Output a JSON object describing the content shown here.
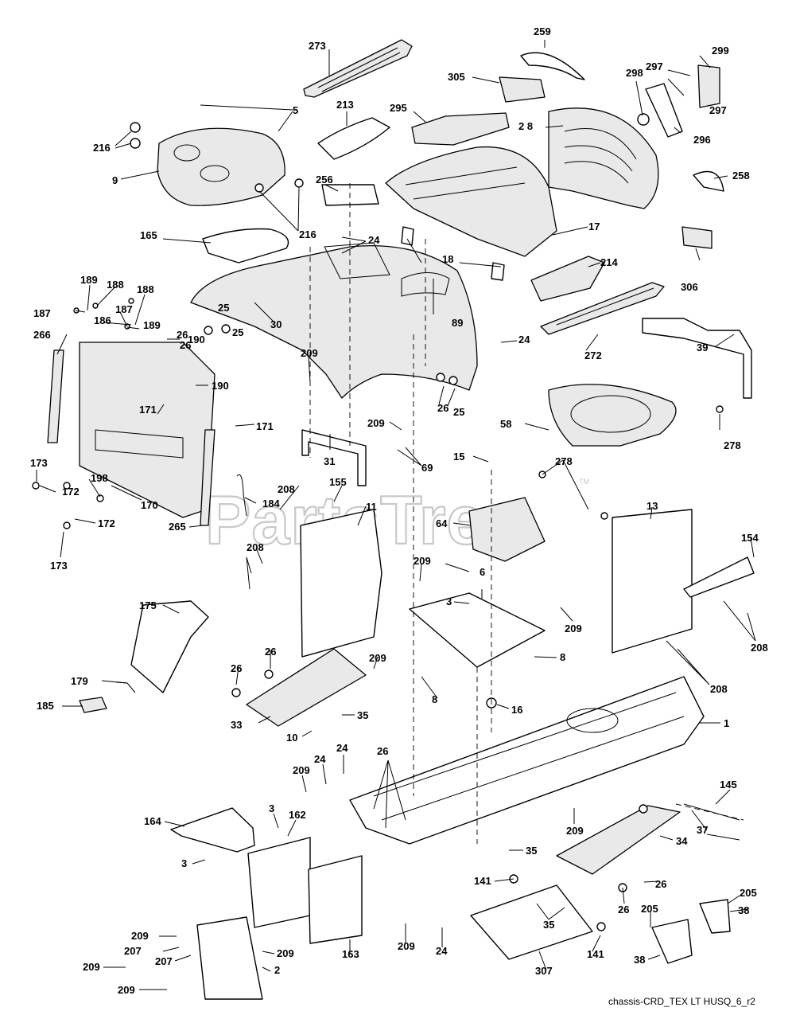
{
  "watermark": {
    "text": "PartsTree",
    "trademark": "TM"
  },
  "document_id": "chassis-CRD_TEX LT HUSQ_6_r2",
  "callouts": {
    "c273": "273",
    "c259": "259",
    "c305": "305",
    "c299": "299",
    "c297a": "297",
    "c297b": "297",
    "c298": "298",
    "c5": "5",
    "c213": "213",
    "c295": "295",
    "c28": "2 8",
    "c296": "296",
    "c216a": "216",
    "c216b": "216",
    "c9": "9",
    "c256": "256",
    "c258": "258",
    "c17": "17",
    "c165": "165",
    "c24a": "24",
    "c18": "18",
    "c214": "214",
    "c306": "306",
    "c189a": "189",
    "c188a": "188",
    "c188b": "188",
    "c187a": "187",
    "c187b": "187",
    "c186": "186",
    "c25a": "25",
    "c26a": "26",
    "c26b": "26",
    "c25b": "25",
    "c30": "30",
    "c89": "89",
    "c189b": "189",
    "c266": "266",
    "c190a": "190",
    "c190b": "190",
    "c272": "272",
    "c39": "39",
    "c24b": "24",
    "c209a": "209",
    "c26c": "26",
    "c25c": "25",
    "c278a": "278",
    "c171a": "171",
    "c171b": "171",
    "c209b": "209",
    "c58": "58",
    "c69": "69",
    "c31": "31",
    "c15": "15",
    "c278b": "278",
    "c173a": "173",
    "c172a": "172",
    "c198": "198",
    "c208a": "208",
    "c155": "155",
    "c11": "11",
    "c184": "184",
    "c170": "170",
    "c265": "265",
    "c172b": "172",
    "c64": "64",
    "c13": "13",
    "c154": "154",
    "c173b": "173",
    "c208b": "208",
    "c209c": "209",
    "c6": "6",
    "c175": "175",
    "c3a": "3",
    "c209d": "209",
    "c208c": "208",
    "c26d": "26",
    "c209e": "209",
    "c8a": "8",
    "c26e": "26",
    "c208d": "208",
    "c179": "179",
    "c8b": "8",
    "c185": "185",
    "c16": "16",
    "c35a": "35",
    "c33": "33",
    "c1": "1",
    "c10": "10",
    "c24c": "24",
    "c26f": "26",
    "c209f": "209",
    "c24d": "24",
    "c145": "145",
    "c164": "164",
    "c3b": "3",
    "c162": "162",
    "c209g": "209",
    "c34": "34",
    "c37": "37",
    "c3c": "3",
    "c35b": "35",
    "c26g": "26",
    "c141a": "141",
    "c205a": "205",
    "c35c": "35",
    "c26h": "26",
    "c38a": "38",
    "c209h": "209",
    "c205b": "205",
    "c207a": "207",
    "c209i": "209",
    "c207b": "207",
    "c209j": "209",
    "c24e": "24",
    "c141b": "141",
    "c38b": "38",
    "c209k": "209",
    "c2": "2",
    "c163": "163",
    "c307": "307",
    "c209l": "209"
  }
}
